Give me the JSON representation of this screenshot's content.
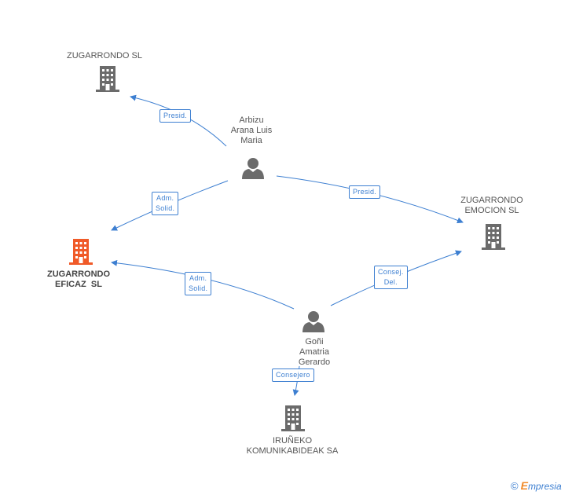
{
  "colors": {
    "edge": "#3d7fd1",
    "company": "#6b6b6b",
    "company_focus": "#f05a28",
    "person": "#6b6b6b"
  },
  "nodes": {
    "zug_sl": {
      "lines": [
        "ZUGARRONDO SL"
      ],
      "icon": "building-icon"
    },
    "arbizu": {
      "lines": [
        "Arbizu",
        "Arana Luis",
        "Maria"
      ],
      "icon": "person-icon"
    },
    "emocion": {
      "lines": [
        "ZUGARRONDO",
        "EMOCION SL"
      ],
      "icon": "building-icon"
    },
    "eficaz": {
      "lines": [
        "ZUGARRONDO",
        "EFICAZ  SL"
      ],
      "icon": "building-icon"
    },
    "goni": {
      "lines": [
        "Goñi",
        "Amatria",
        "Gerardo"
      ],
      "icon": "person-icon"
    },
    "iruneko": {
      "lines": [
        "IRUÑEKO",
        "KOMUNIKABIDEAK SA"
      ],
      "icon": "building-icon"
    }
  },
  "relations": {
    "presid_sl": [
      "Presid."
    ],
    "presid_emocion": [
      "Presid."
    ],
    "adm_arbizu": [
      "Adm.",
      "Solid."
    ],
    "adm_goni": [
      "Adm.",
      "Solid."
    ],
    "consej_del": [
      "Consej.",
      "Del."
    ],
    "consejero": [
      "Consejero"
    ]
  },
  "brand": {
    "symbol": "©",
    "initial": "E",
    "rest": "mpresia"
  }
}
